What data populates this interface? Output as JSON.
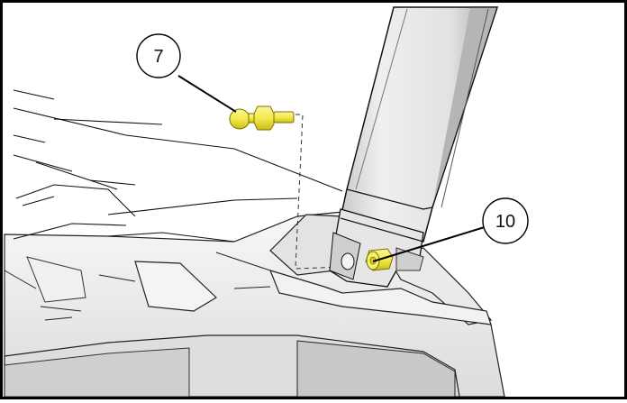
{
  "callouts": [
    {
      "label": "7",
      "part": "ball-stud"
    },
    {
      "label": "10",
      "part": "bolt"
    }
  ],
  "colors": {
    "hardware": "#f4ea4a",
    "hardware_outline": "#8a8200",
    "frame": "#000000",
    "metal_light": "#efefef",
    "metal_mid": "#d4d4d4",
    "metal_dark": "#9a9a9a"
  }
}
